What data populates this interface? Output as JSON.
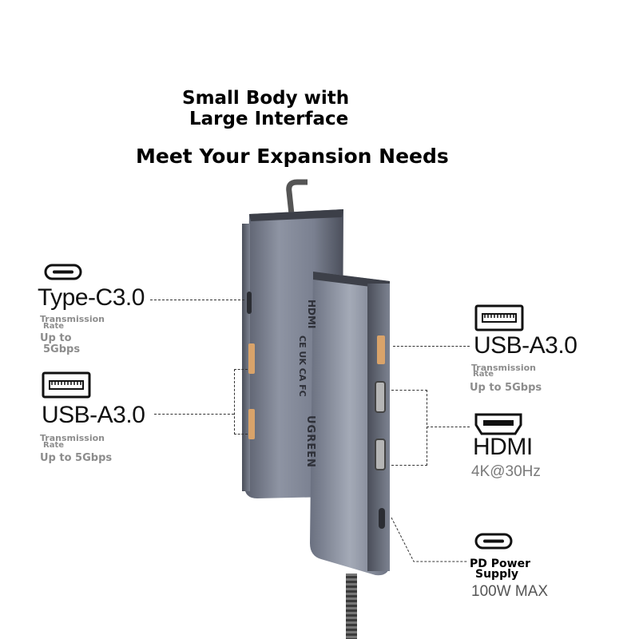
{
  "headline": {
    "line1": "Small Body with",
    "line2": "Large Interface",
    "line3": "Meet Your Expansion Needs"
  },
  "left_ports": [
    {
      "icon": "usb-c-icon",
      "title": "Type-C3.0",
      "spec1": "Transmission",
      "spec2": "Rate",
      "spec3": "Up to",
      "spec4": "5Gbps"
    },
    {
      "icon": "usb-a-icon",
      "title": "USB-A3.0",
      "spec1": "Transmission",
      "spec2": "Rate",
      "spec3": "Up to 5Gbps"
    }
  ],
  "right_ports": [
    {
      "icon": "usb-a-icon",
      "title": "USB-A3.0",
      "spec1": "Transmission",
      "spec2": "Rate",
      "spec3": "Up to 5Gbps"
    },
    {
      "icon": "hdmi-icon",
      "title": "HDMI",
      "spec1": "4K@30Hz"
    },
    {
      "icon": "usb-c-icon",
      "title": "PD Power",
      "title2": "Supply",
      "spec1": "100W MAX"
    }
  ],
  "device": {
    "brand": "UGREEN",
    "hdmi_mark": "HDMI",
    "cert_marks": "CE UK CA FC",
    "colors": {
      "body": "#6b7080",
      "body_light": "#9aa0ae",
      "body_dark": "#3a3d47",
      "port": "#d9a36a"
    }
  }
}
